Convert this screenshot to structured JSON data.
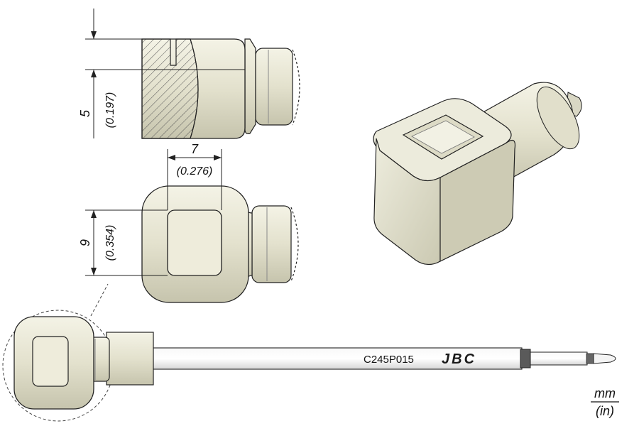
{
  "dimensions": {
    "height": {
      "mm": "5",
      "in": "(0.197)"
    },
    "width": {
      "mm": "7",
      "in": "(0.276)"
    },
    "side": {
      "mm": "9",
      "in": "(0.354)"
    }
  },
  "tip": {
    "model": "C245P015",
    "brand": "JBC"
  },
  "units": {
    "metric": "mm",
    "imperial": "(in)"
  },
  "colors": {
    "body": "#e6e5d4",
    "body_shade": "#cfcdb8",
    "outline": "#222222",
    "hatch": "#555555",
    "band": "#5a5a5a",
    "brand_text": "#1a1a1a"
  }
}
